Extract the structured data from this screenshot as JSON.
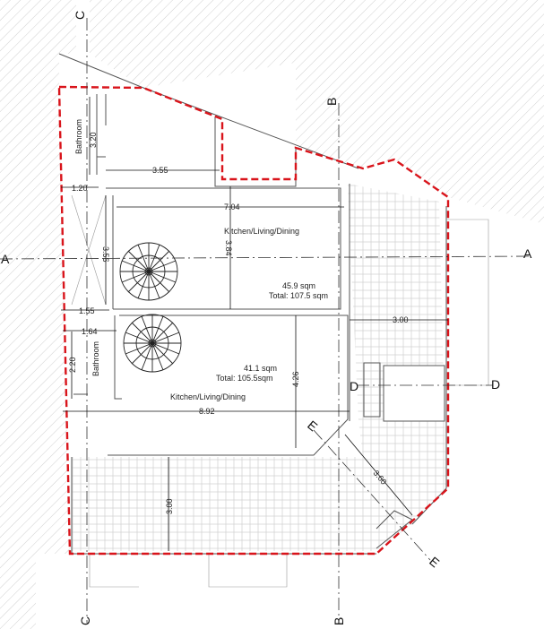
{
  "drawing": {
    "colors": {
      "boundary": "#d9141b",
      "wall": "#555555",
      "hatch": "#bbbbbb",
      "tile": "#cccccc"
    },
    "sections": {
      "A": "A",
      "B": "B",
      "C": "C",
      "D": "D",
      "E": "E"
    },
    "upper_unit": {
      "bathroom": "Bathroom",
      "room": "Kitchen/Living/Dining",
      "area": "45.9 sqm",
      "total": "Total: 107.5 sqm"
    },
    "lower_unit": {
      "bathroom": "Bathroom",
      "room": "Kitchen/Living/Dining",
      "area": "41.1 sqm",
      "total": "Total: 105.5sqm"
    },
    "dimensions": {
      "bath_upper_h": "3.20",
      "top_width": "3.55",
      "bath_upper_w": "1.20",
      "upper_width": "7.04",
      "upper_depth": "3.84",
      "stair_depth": "3.56",
      "bath_lower_w1": "1.55",
      "bath_lower_w2": "1.64",
      "bath_lower_h": "2.20",
      "lower_width": "8.92",
      "lower_depth": "4.26",
      "terrace_right": "3.00",
      "diagonal": "3.60",
      "terrace_bottom": "3.00"
    }
  }
}
